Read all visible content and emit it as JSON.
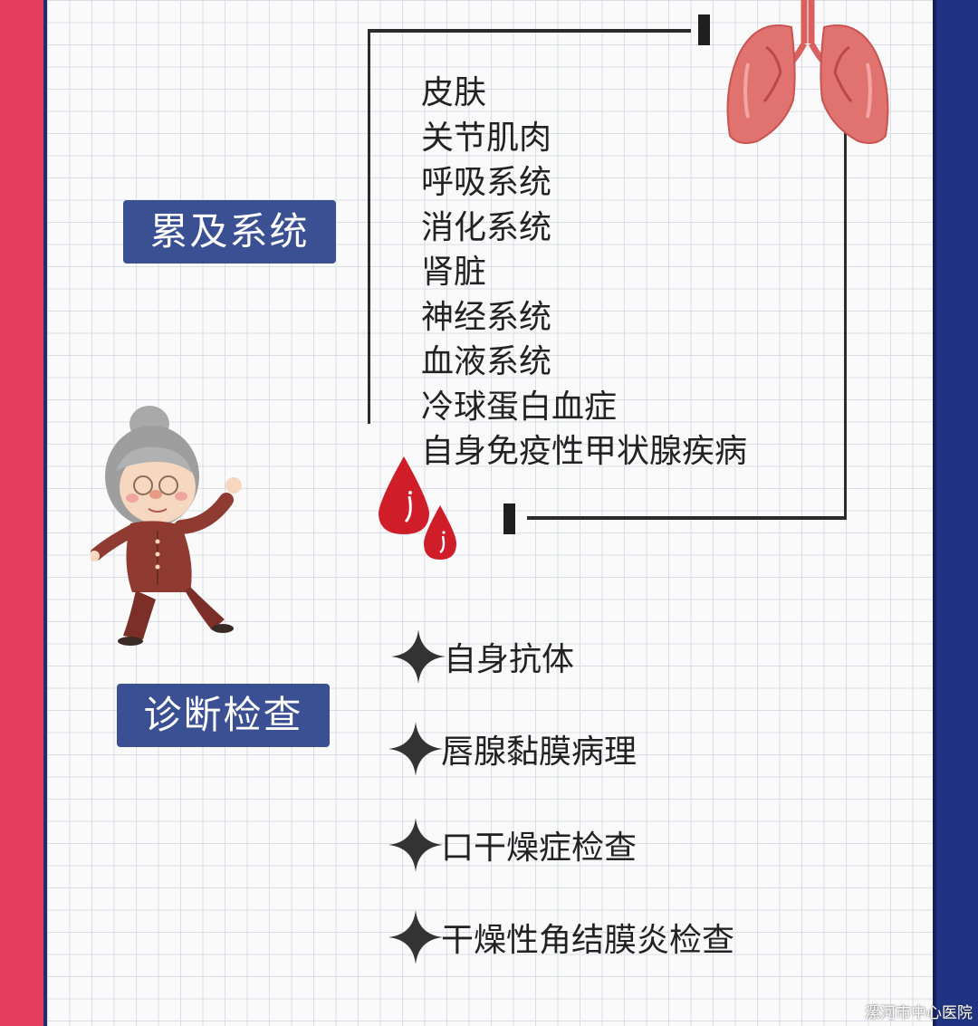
{
  "sections": {
    "system_label": "累及系统",
    "system_items": [
      "皮肤",
      "关节肌肉",
      "呼吸系统",
      "消化系统",
      "肾脏",
      "神经系统",
      "血液系统",
      "冷球蛋白血症",
      "自身免疫性甲状腺疾病"
    ],
    "diagnosis_label": "诊断检查",
    "diagnosis_items": [
      "自身抗体",
      "唇腺黏膜病理",
      "口干燥症检查",
      "干燥性角结膜炎检查"
    ]
  },
  "watermark": "漯河市中心医院",
  "colors": {
    "left_bar": "#e43e5c",
    "right_bar": "#1f3382",
    "label_bg": "#3b4f93",
    "star": "#333333",
    "blood": "#d01d2a",
    "lung": "#e06b6b"
  },
  "icons": [
    "lungs-icon",
    "blood-drop-icon",
    "grandma-illustration",
    "star-icon"
  ]
}
